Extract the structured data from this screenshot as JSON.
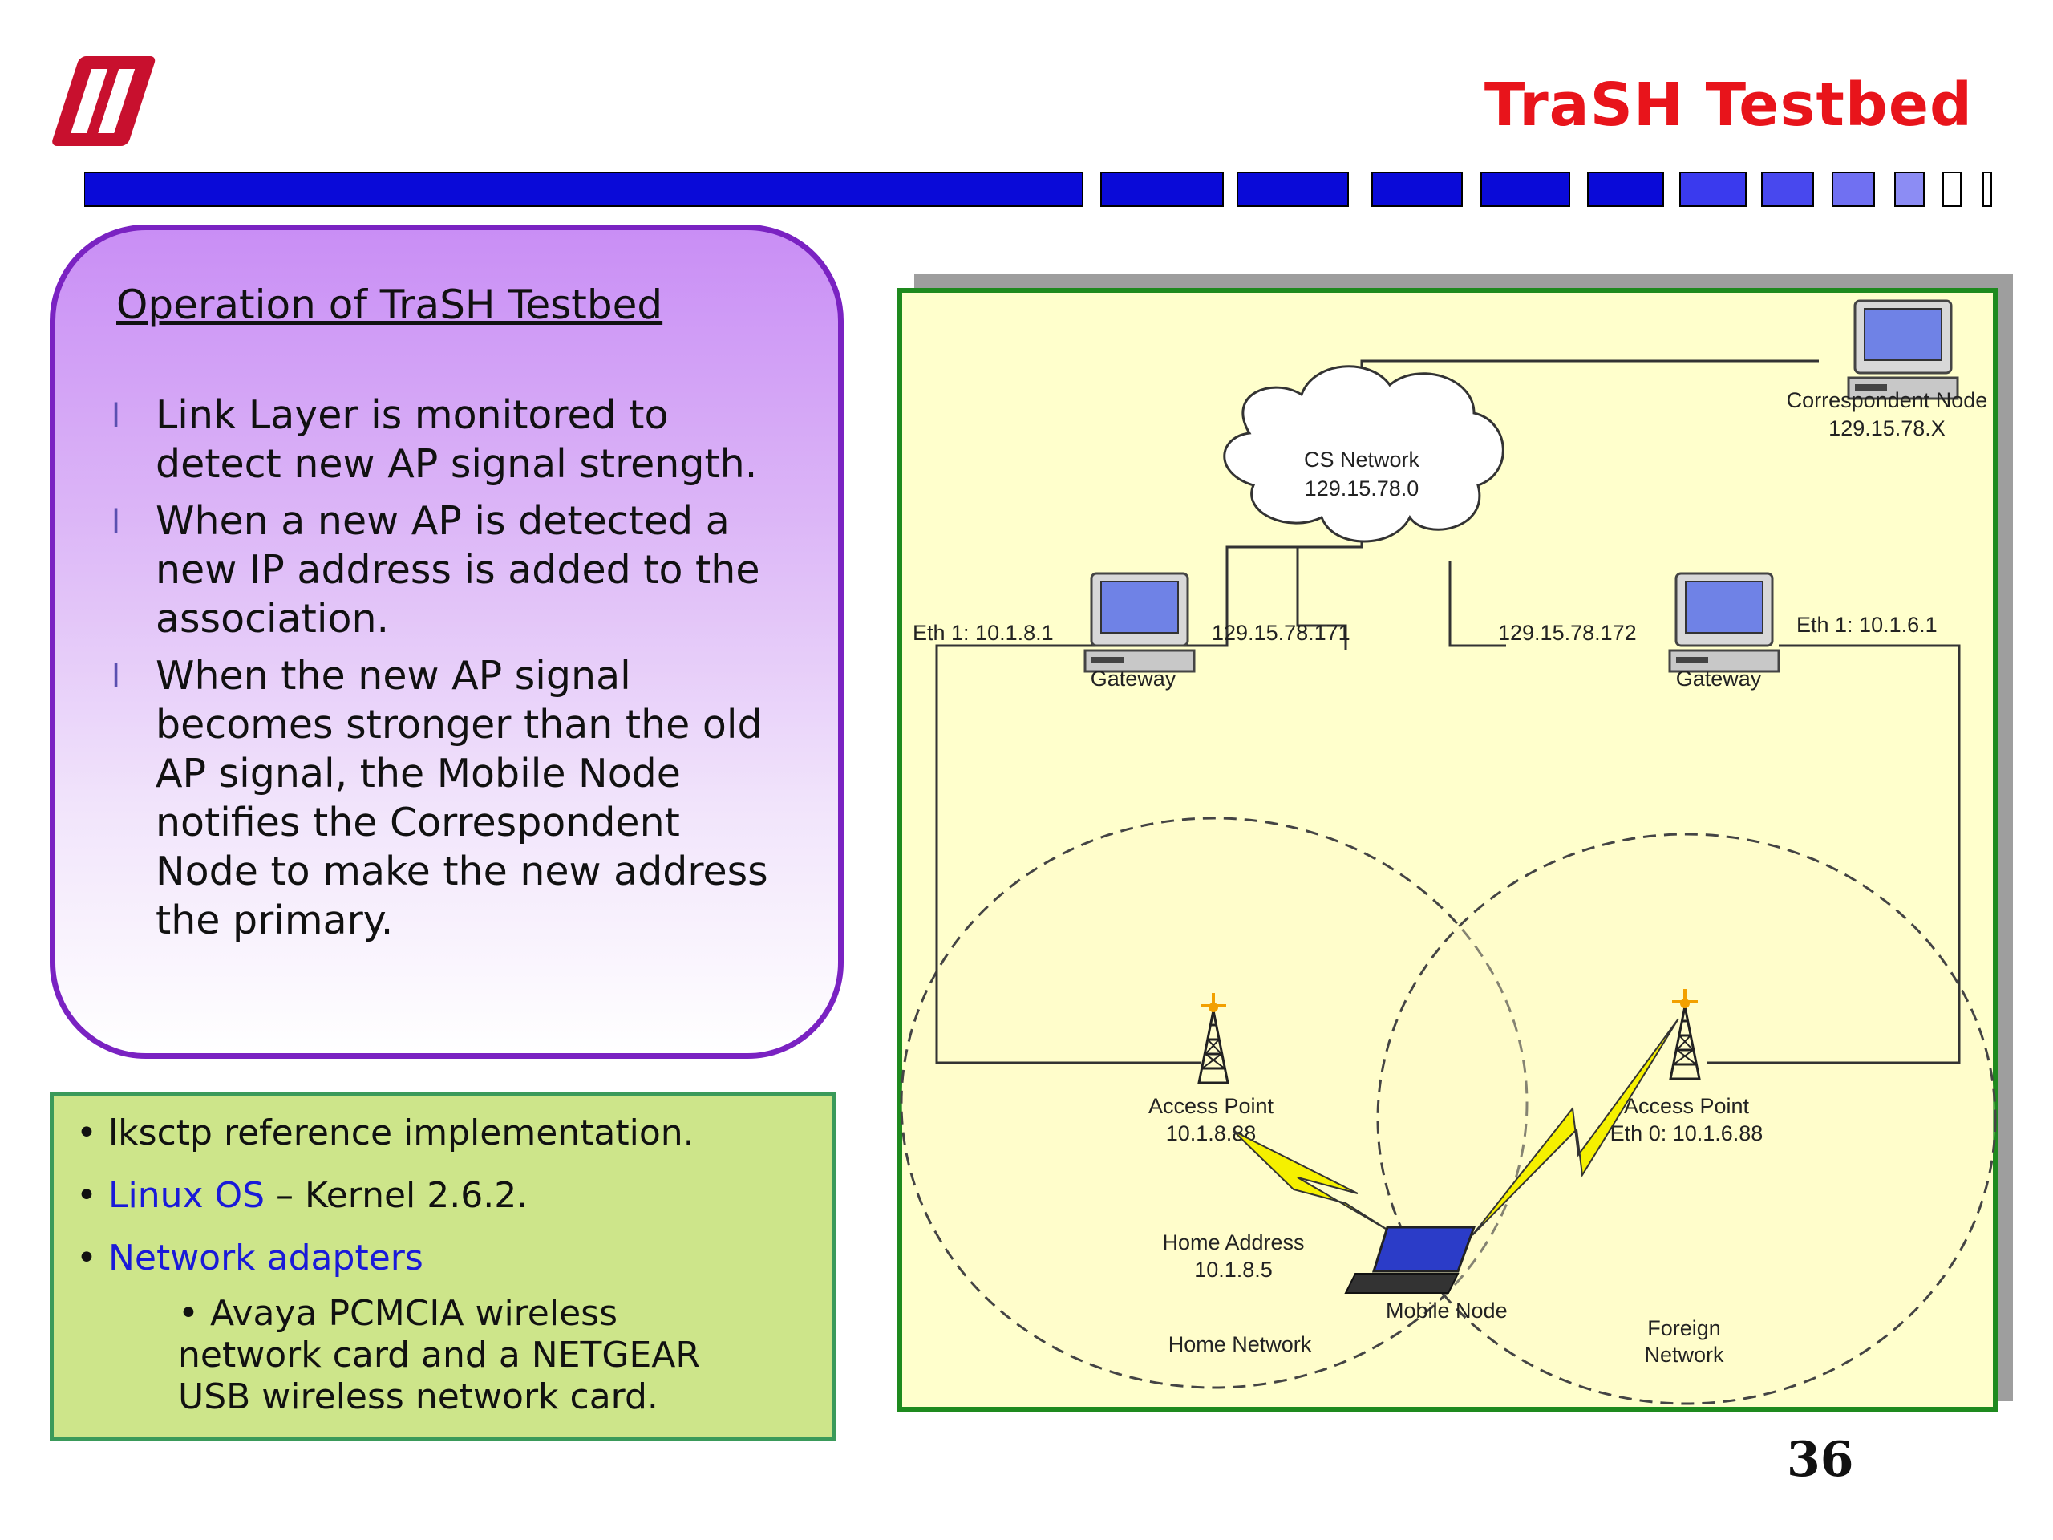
{
  "header": {
    "title": "TraSH Testbed",
    "accent_color": "#e8141b",
    "bar_color": "#0a0ad8"
  },
  "operation_box": {
    "heading": "Operation of TraSH Testbed",
    "bullets": [
      {
        "line1": "Link Layer is monitored to",
        "line2": "detect new AP signal strength."
      },
      {
        "line1": "When a new AP is detected a",
        "line2": "new IP address is added to the",
        "line3": "association."
      },
      {
        "line1": "When the new AP signal",
        "line2": "becomes stronger than the old",
        "line3": "AP signal, the Mobile Node",
        "line4": "notifies the Correspondent",
        "line5": "Node to make the new address",
        "line6": "the primary."
      }
    ],
    "marker": "l"
  },
  "impl_box": {
    "item1": "lksctp reference implementation.",
    "item2_link": "Linux OS",
    "item2_rest": " – Kernel 2.6.2.",
    "item3_link": "Network adapters",
    "sub_line1": "• Avaya PCMCIA wireless",
    "sub_line2": "network card and a NETGEAR",
    "sub_line3": "USB wireless network card."
  },
  "diagram": {
    "correspondent_node": {
      "label": "Correspondent Node",
      "address": "129.15.78.X"
    },
    "cs_network": {
      "label": "CS Network",
      "address": "129.15.78.0"
    },
    "gateway_left": {
      "label": "Gateway",
      "eth": "Eth 1: 10.1.8.1",
      "ip": "129.15.78.171"
    },
    "gateway_right": {
      "label": "Gateway",
      "eth": "Eth 1: 10.1.6.1",
      "ip": "129.15.78.172"
    },
    "ap_left": {
      "label": "Access Point",
      "address": "10.1.8.88"
    },
    "ap_right": {
      "label": "Access Point",
      "address": "Eth 0: 10.1.6.88"
    },
    "home_address": {
      "label": "Home Address",
      "address": "10.1.8.5"
    },
    "mobile_node": "Mobile Node",
    "home_network": "Home Network",
    "foreign_network_line1": "Foreign",
    "foreign_network_line2": "Network"
  },
  "page_number": "36"
}
